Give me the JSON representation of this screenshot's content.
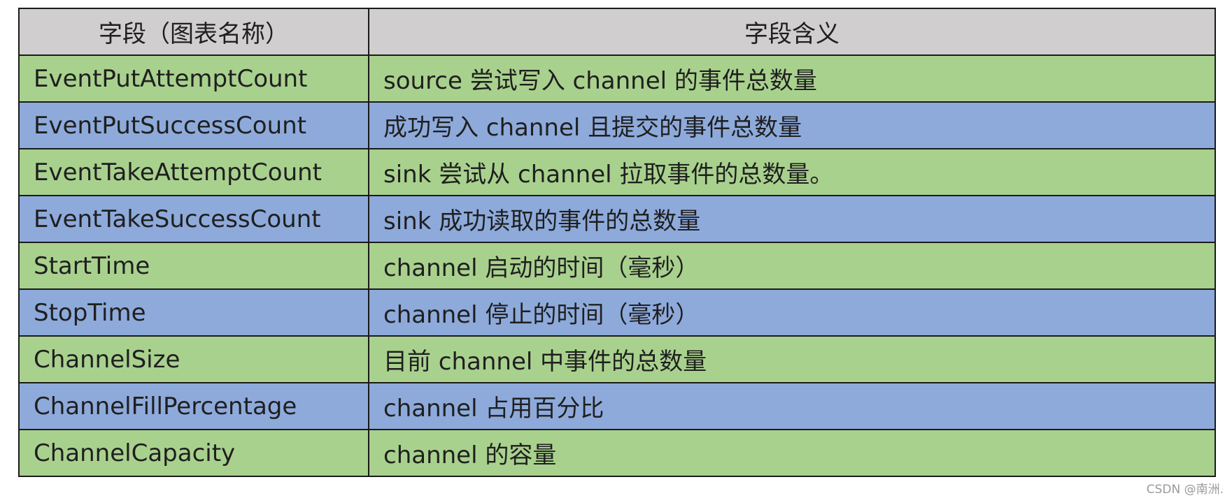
{
  "table": {
    "headers": [
      "字段（图表名称）",
      "字段含义"
    ],
    "rows": [
      {
        "field": "EventPutAttemptCount",
        "meaning": "source 尝试写入 channel 的事件总数量",
        "color": "#a9d18e"
      },
      {
        "field": "EventPutSuccessCount",
        "meaning": "成功写入 channel 且提交的事件总数量",
        "color": "#8eaadb"
      },
      {
        "field": "EventTakeAttemptCount",
        "meaning": "sink 尝试从 channel 拉取事件的总数量。",
        "color": "#a9d18e"
      },
      {
        "field": "EventTakeSuccessCount",
        "meaning": "sink 成功读取的事件的总数量",
        "color": "#8eaadb"
      },
      {
        "field": "StartTime",
        "meaning": "channel 启动的时间（毫秒）",
        "color": "#a9d18e"
      },
      {
        "field": "StopTime",
        "meaning": "channel 停止的时间（毫秒）",
        "color": "#8eaadb"
      },
      {
        "field": "ChannelSize",
        "meaning": "目前 channel 中事件的总数量",
        "color": "#a9d18e"
      },
      {
        "field": "ChannelFillPercentage",
        "meaning": "channel 占用百分比",
        "color": "#8eaadb"
      },
      {
        "field": "ChannelCapacity",
        "meaning": "channel 的容量",
        "color": "#a9d18e"
      }
    ],
    "header_color": "#d0cece"
  },
  "watermark": "CSDN @南洲."
}
